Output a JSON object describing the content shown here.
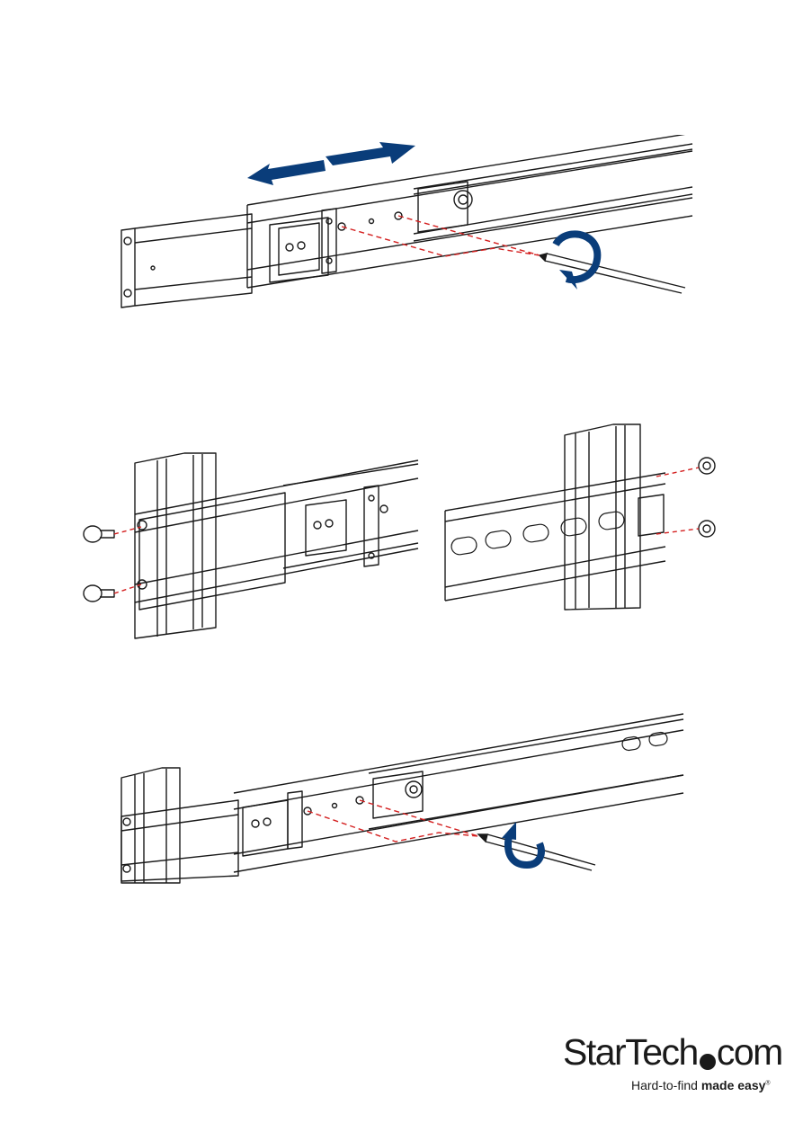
{
  "figures": [
    {
      "id": "slide-rail-adjust",
      "icons": [
        "double-arrow-icon",
        "screwdriver-icon",
        "rotate-arrow-icon"
      ]
    },
    {
      "id": "front-post-mount",
      "icons": [
        "screw-icon"
      ]
    },
    {
      "id": "rear-post-mount",
      "icons": [
        "nut-icon"
      ]
    },
    {
      "id": "rail-tighten",
      "icons": [
        "screwdriver-icon",
        "rotate-arrow-icon"
      ]
    }
  ],
  "colors": {
    "arrow_blue": "#0a3d7a",
    "guide_red": "#d42020",
    "line": "#1a1a1a"
  },
  "brand": {
    "logo_part1": "StarTech",
    "logo_part2": "com",
    "tagline_light": "Hard-to-find ",
    "tagline_bold": "made easy",
    "trademark": "®"
  }
}
